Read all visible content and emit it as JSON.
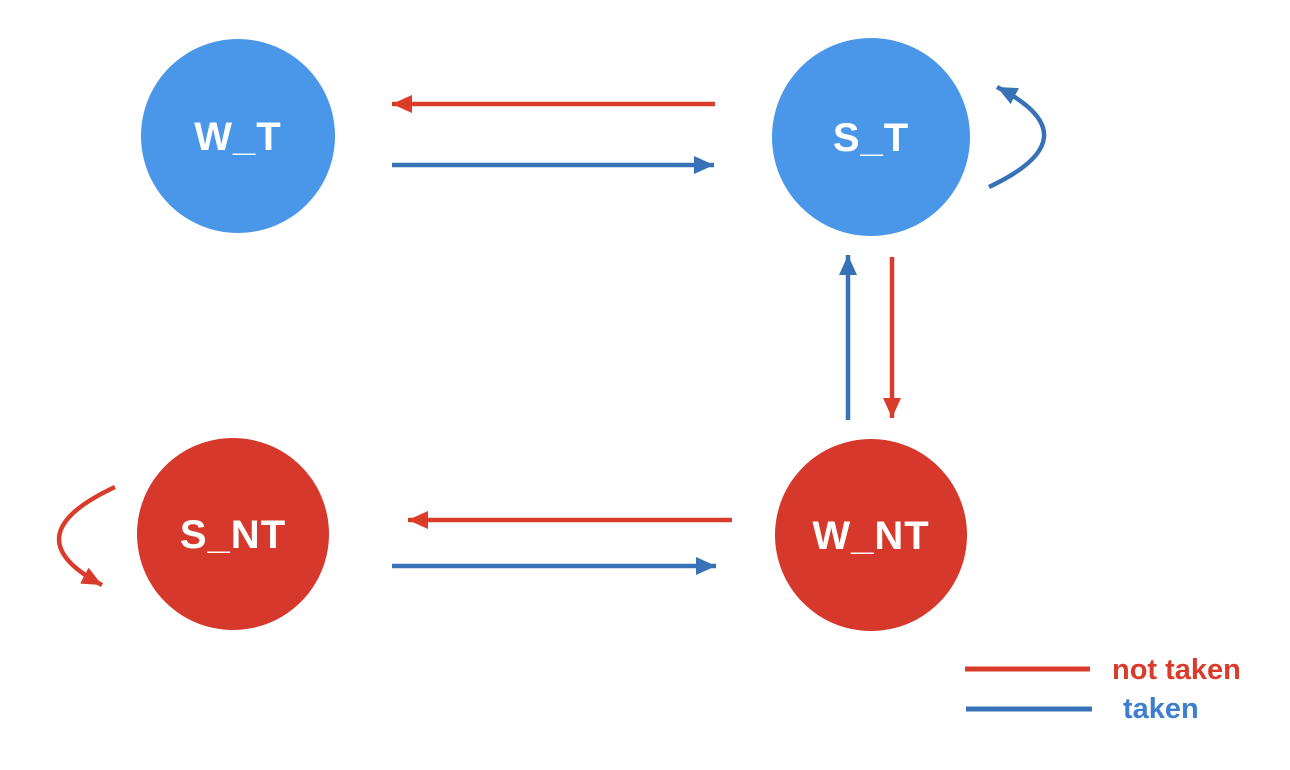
{
  "diagram": {
    "type": "state-machine",
    "nodes": {
      "wt": {
        "label": "W_T",
        "color": "#4A96E8",
        "meaning": "taken"
      },
      "st": {
        "label": "S_T",
        "color": "#4A96E8",
        "meaning": "taken"
      },
      "snt": {
        "label": "S_NT",
        "color": "#D6392B",
        "meaning": "not taken"
      },
      "wnt": {
        "label": "W_NT",
        "color": "#D6392B",
        "meaning": "not taken"
      }
    },
    "edges": [
      {
        "from": "S_T",
        "to": "W_T",
        "condition": "not taken"
      },
      {
        "from": "W_T",
        "to": "S_T",
        "condition": "taken"
      },
      {
        "from": "S_T",
        "to": "S_T",
        "condition": "taken"
      },
      {
        "from": "W_NT",
        "to": "S_T",
        "condition": "taken"
      },
      {
        "from": "S_T",
        "to": "W_NT",
        "condition": "not taken"
      },
      {
        "from": "W_NT",
        "to": "S_NT",
        "condition": "not taken"
      },
      {
        "from": "S_NT",
        "to": "W_NT",
        "condition": "taken"
      },
      {
        "from": "S_NT",
        "to": "S_NT",
        "condition": "not taken"
      }
    ]
  },
  "legend": {
    "items": [
      {
        "label": "not taken",
        "color": "#D93C2B"
      },
      {
        "label": "taken",
        "color": "#3D7FCC"
      }
    ]
  },
  "colors": {
    "node_blue": "#4A96E8",
    "node_red": "#D6392B",
    "edge_blue": "#3672B5",
    "edge_red": "#D93C2B",
    "node_label_text": "#FFFFFF",
    "background": "#FFFFFF"
  }
}
